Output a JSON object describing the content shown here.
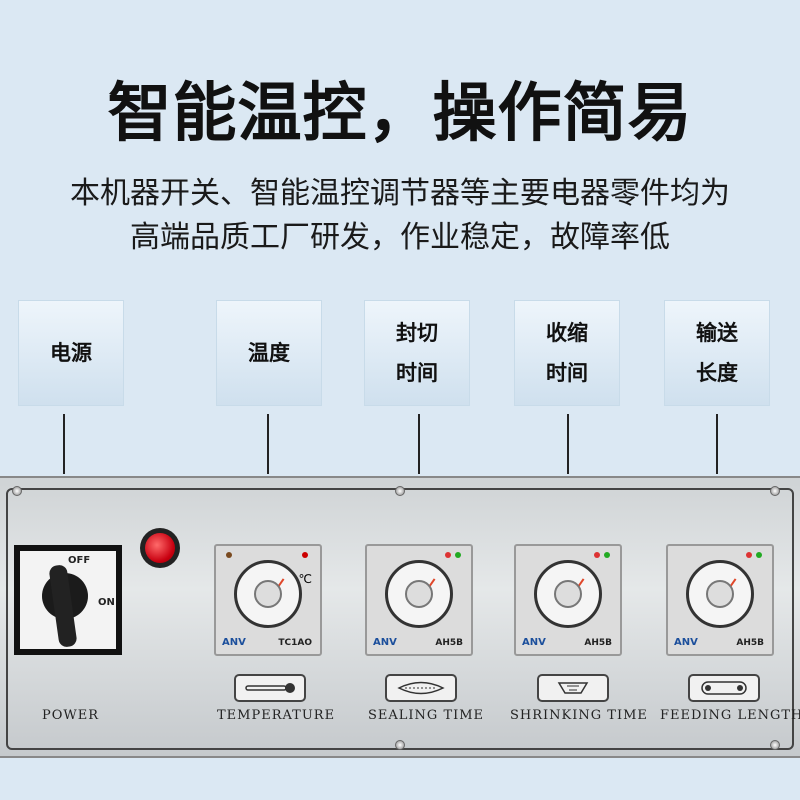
{
  "title": "智能温控，操作简易",
  "description": [
    "本机器开关、智能温控调节器等主要电器零件均为",
    "高端品质工厂研发，作业稳定，故障率低"
  ],
  "labels": [
    {
      "lines": [
        "电源"
      ]
    },
    {
      "lines": [
        "温度"
      ]
    },
    {
      "lines": [
        "封切",
        "时间"
      ]
    },
    {
      "lines": [
        "收缩",
        "时间"
      ]
    },
    {
      "lines": [
        "输送",
        "长度"
      ]
    }
  ],
  "panel": {
    "switch_off": "OFF",
    "switch_on": "ON",
    "brand": "ANV",
    "temp_model": "TC1AO",
    "timer_model": "AH5B",
    "temp_unit": "℃",
    "captions": [
      "POWER",
      "TEMPERATURE",
      "SEALING  TIME",
      "SHRINKING  TIME",
      "FEEDING  LENGTH"
    ]
  },
  "colors": {
    "background": "#dbe8f3",
    "lamp": "#c80010",
    "needle": "#e0472a",
    "brand": "#1c4f9c"
  }
}
